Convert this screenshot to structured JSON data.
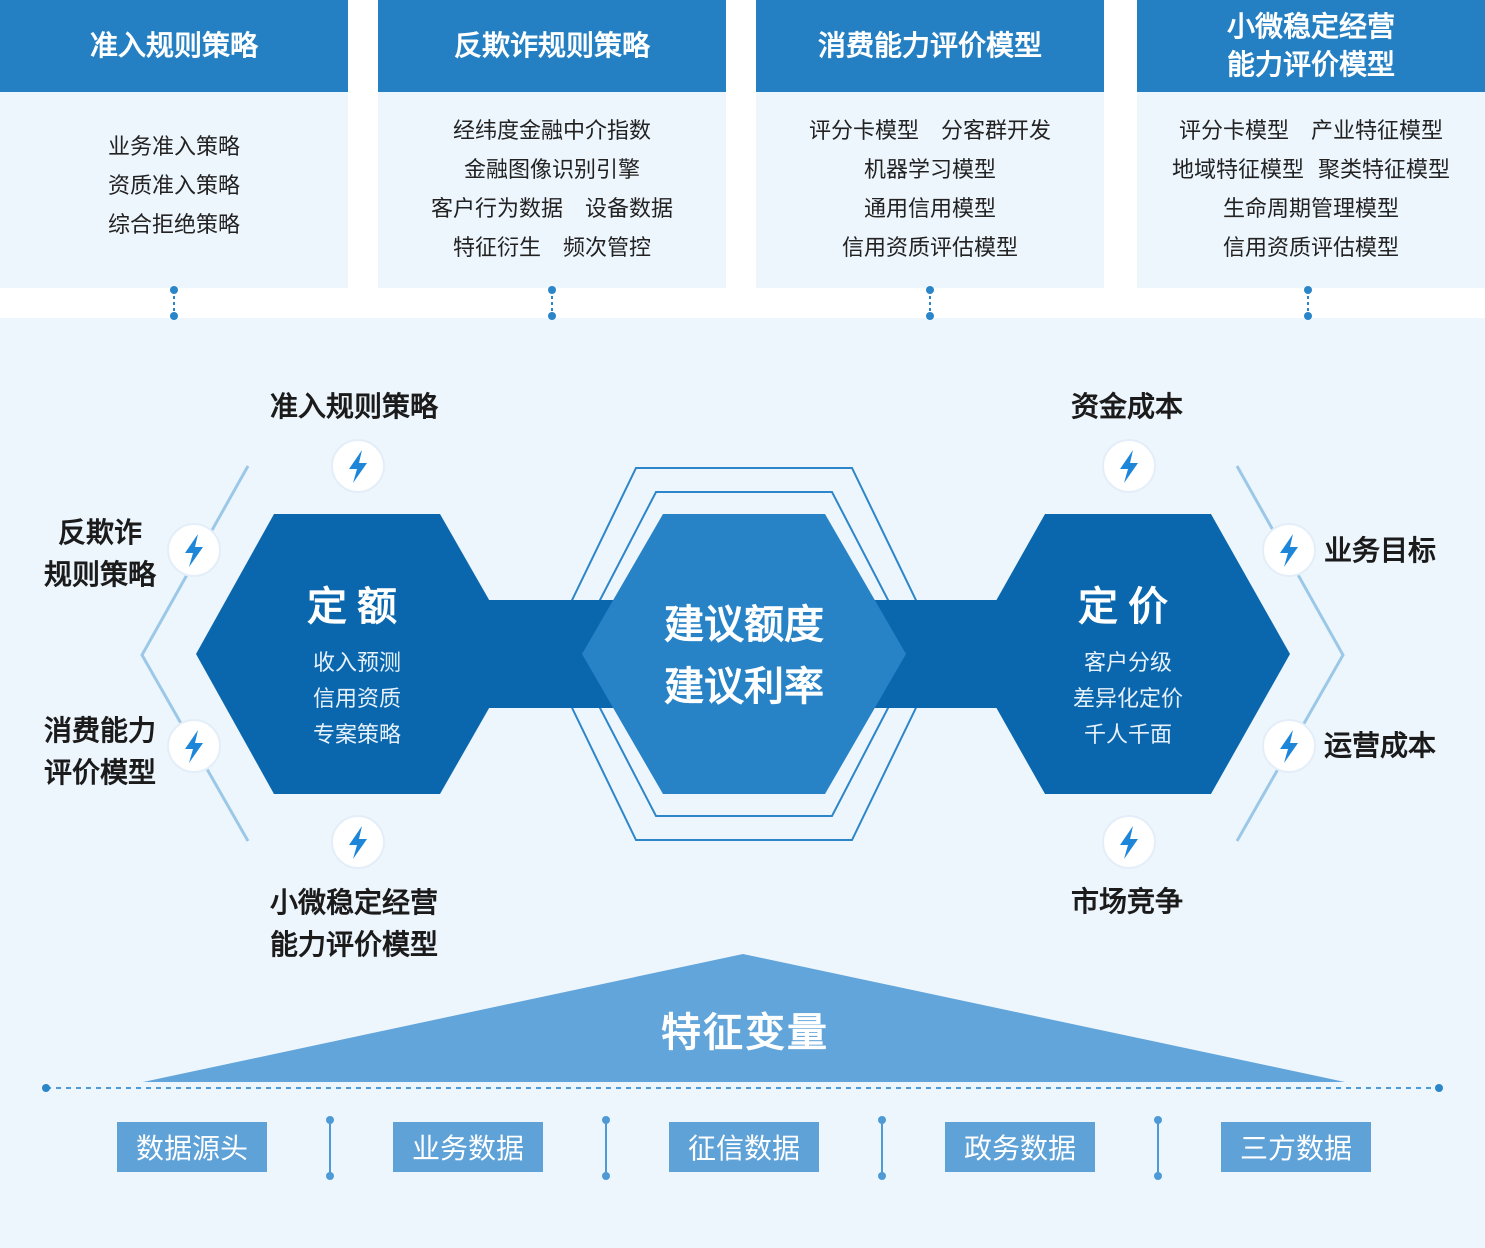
{
  "top_cards": [
    {
      "title": "准入规则策略",
      "items": [
        "业务准入策略",
        "资质准入策略",
        "综合拒绝策略"
      ]
    },
    {
      "title": "反欺诈规则策略",
      "items": [
        "经纬度金融中介指数",
        "金融图像识别引擎",
        "客户行为数据　设备数据",
        "特征衍生　频次管控"
      ]
    },
    {
      "title": "消费能力评价模型",
      "items": [
        "评分卡模型　分客群开发",
        "机器学习模型",
        "通用信用模型",
        "信用资质评估模型"
      ]
    },
    {
      "title": "小微稳定经营\n能力评价模型",
      "items": [
        "评分卡模型　产业特征模型",
        "地域特征模型  聚类特征模型",
        "生命周期管理模型",
        "信用资质评估模型"
      ]
    }
  ],
  "left_ring_labels": {
    "top": "准入规则策略",
    "upper_left": "反欺诈\n规则策略",
    "lower_left": "消费能力\n评价模型",
    "bottom": "小微稳定经营\n能力评价模型"
  },
  "right_ring_labels": {
    "top": "资金成本",
    "upper_right": "业务目标",
    "lower_right": "运营成本",
    "bottom": "市场竞争"
  },
  "left_hex": {
    "title": "定额",
    "items": [
      "收入预测",
      "信用资质",
      "专案策略"
    ]
  },
  "center_hex": {
    "lines": [
      "建议额度",
      "建议利率"
    ]
  },
  "right_hex": {
    "title": "定价",
    "items": [
      "客户分级",
      "差异化定价",
      "千人千面"
    ]
  },
  "triangle_label": "特征变量",
  "data_sources": [
    "数据源头",
    "业务数据",
    "征信数据",
    "政务数据",
    "三方数据"
  ],
  "icon_name": "lightning-icon",
  "colors": {
    "header_blue": "#2580c3",
    "hex_dark": "#0a67ad",
    "hex_center": "#2782c6",
    "ring_line": "#9cc8e8",
    "triangle": "#62a5da",
    "source_box": "#5fa2d8",
    "panel_bg": "#eef6fd"
  }
}
